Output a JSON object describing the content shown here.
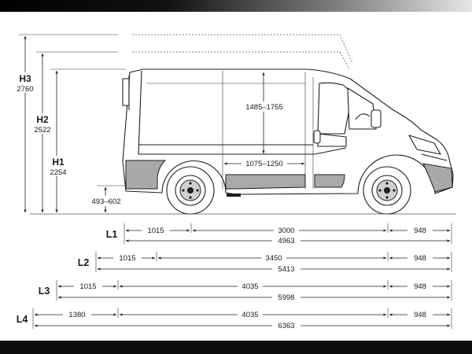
{
  "heights": [
    {
      "name": "H3",
      "value": "2760"
    },
    {
      "name": "H2",
      "value": "2522"
    },
    {
      "name": "H1",
      "value": "2254"
    }
  ],
  "interior": {
    "cargo_height": "1485–1755",
    "cargo_width": "1075–1250",
    "sill_height": "493–602"
  },
  "lengths": [
    {
      "name": "L1",
      "overhang_rear": "1015",
      "wheelbase": "3000",
      "overhang_front": "948",
      "total": "4963"
    },
    {
      "name": "L2",
      "overhang_rear": "1015",
      "wheelbase": "3450",
      "overhang_front": "948",
      "total": "5413"
    },
    {
      "name": "L3",
      "overhang_rear": "1015",
      "wheelbase": "4035",
      "overhang_front": "948",
      "total": "5998"
    },
    {
      "name": "L4",
      "overhang_rear": "1380",
      "wheelbase": "4035",
      "overhang_front": "948",
      "total": "6363"
    }
  ]
}
